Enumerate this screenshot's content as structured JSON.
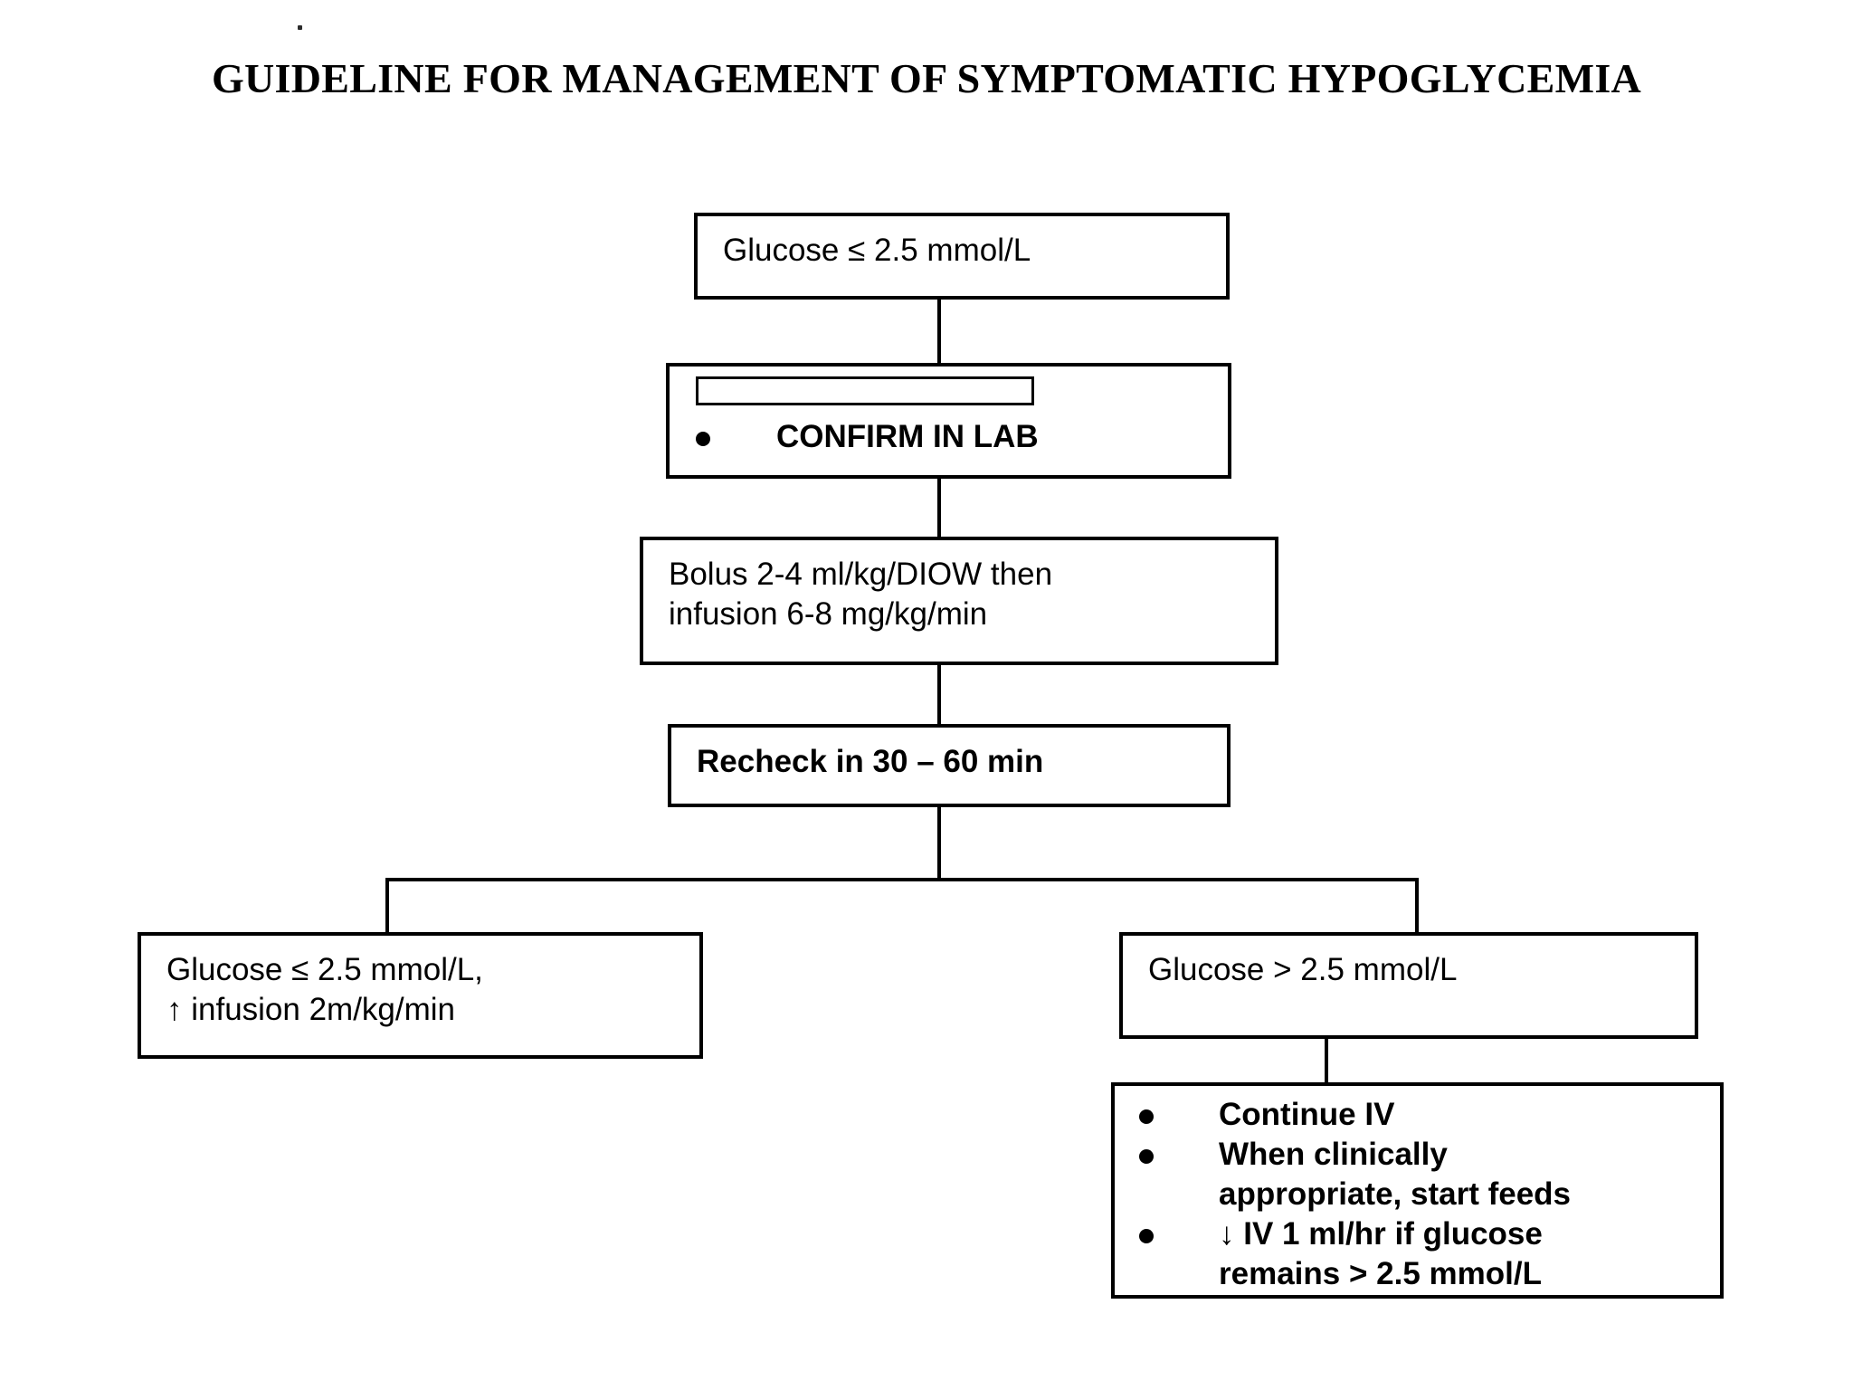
{
  "page": {
    "title": "GUIDELINE FOR MANAGEMENT OF SYMPTOMATIC HYPOGLYCEMIA",
    "background_color": "#ffffff",
    "line_color": "#000000"
  },
  "flowchart": {
    "type": "flowchart",
    "orientation": "top-down",
    "nodes": [
      {
        "id": "glucose-low",
        "label": "Glucose ≤ 2.5 mmol/L",
        "bold": false
      },
      {
        "id": "confirm-lab",
        "label": "CONFIRM IN LAB",
        "bold": true,
        "has_blank_rectangle": true,
        "bulleted": true
      },
      {
        "id": "bolus-infusion",
        "label": "Bolus 2-4 ml/kg/DIOW then\ninfusion 6-8 mg/kg/min",
        "bold": false
      },
      {
        "id": "recheck",
        "label": "Recheck in 30 – 60 min",
        "bold": true
      },
      {
        "id": "branch-low",
        "label": "Glucose ≤ 2.5 mmol/L,\n↑ infusion 2m/kg/min",
        "bold": false
      },
      {
        "id": "branch-high",
        "label": "Glucose > 2.5 mmol/L",
        "bold": false
      },
      {
        "id": "continue-plan",
        "bold": true,
        "bulleted": true,
        "bullets": [
          "Continue IV",
          "When clinically\nappropriate, start feeds",
          "↓ IV 1 ml/hr if glucose\nremains > 2.5 mmol/L"
        ]
      }
    ],
    "edges": [
      {
        "from": "glucose-low",
        "to": "confirm-lab"
      },
      {
        "from": "confirm-lab",
        "to": "bolus-infusion"
      },
      {
        "from": "bolus-infusion",
        "to": "recheck"
      },
      {
        "from": "recheck",
        "to": "branch-low"
      },
      {
        "from": "recheck",
        "to": "branch-high"
      },
      {
        "from": "branch-high",
        "to": "continue-plan"
      }
    ]
  }
}
